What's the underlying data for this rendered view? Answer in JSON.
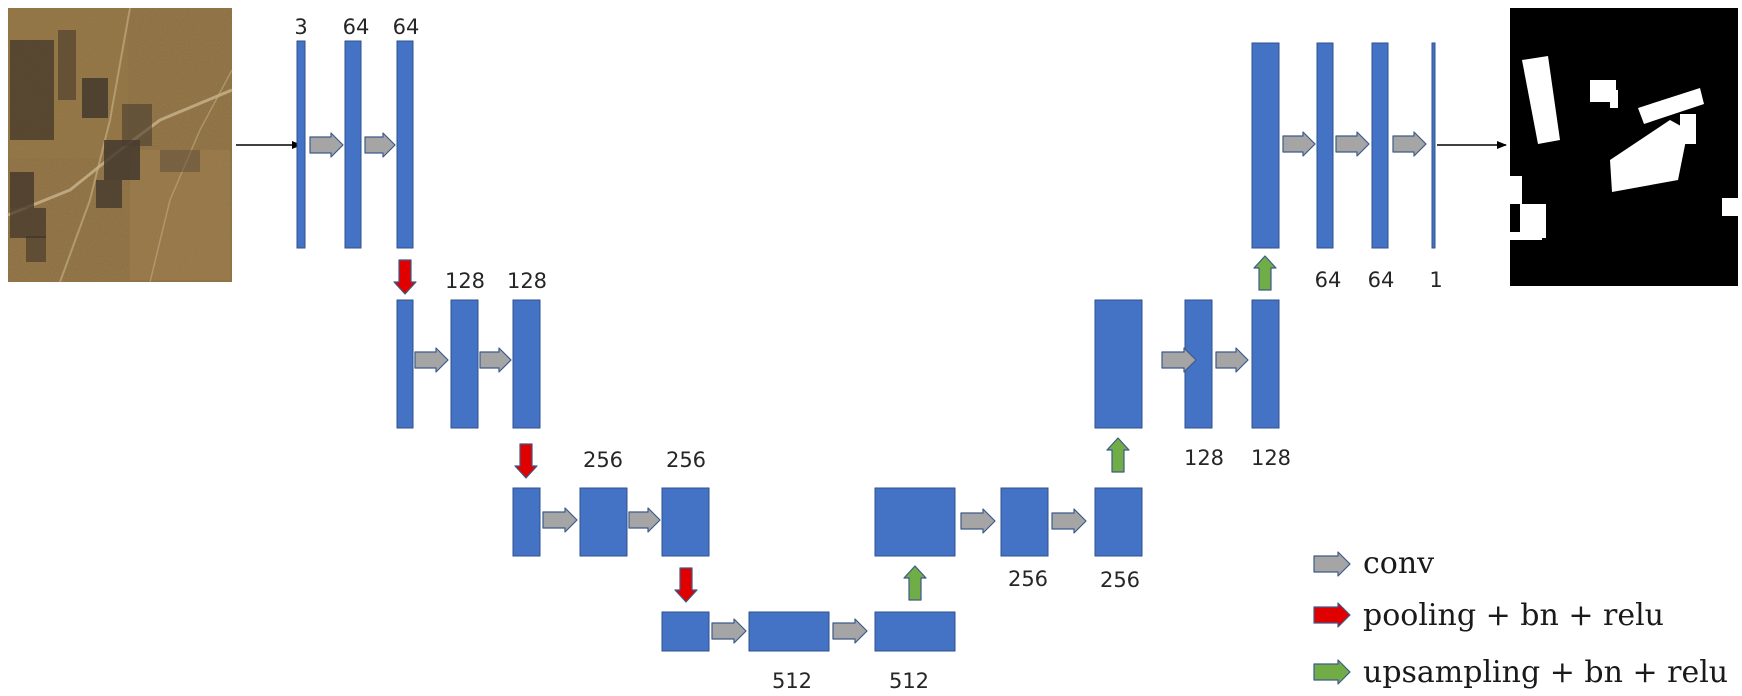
{
  "colors": {
    "block_fill": "#4472C4",
    "block_stroke": "#2F528F",
    "conv_arrow": "#A5A5A5",
    "pool_arrow": "#E00000",
    "upsample_arrow": "#70AD47",
    "output_background": "#000000",
    "output_foreground": "#FFFFFF"
  },
  "input_image": {
    "kind": "satellite-photo",
    "icon": "satellite-image"
  },
  "output_image": {
    "kind": "binary-segmentation-mask",
    "icon": "mask-image"
  },
  "channel_labels": {
    "in": "3",
    "enc1_a": "64",
    "enc1_b": "64",
    "enc2_a": "128",
    "enc2_b": "128",
    "enc3_a": "256",
    "enc3_b": "256",
    "bott_a": "512",
    "bott_b": "512",
    "dec3_a": "256",
    "dec3_b": "256",
    "dec2_a": "128",
    "dec2_b": "128",
    "dec1_a": "64",
    "dec1_b": "64",
    "out": "1"
  },
  "legend": {
    "conv": "conv",
    "pool": "pooling + bn + relu",
    "up": "upsampling + bn + relu"
  }
}
